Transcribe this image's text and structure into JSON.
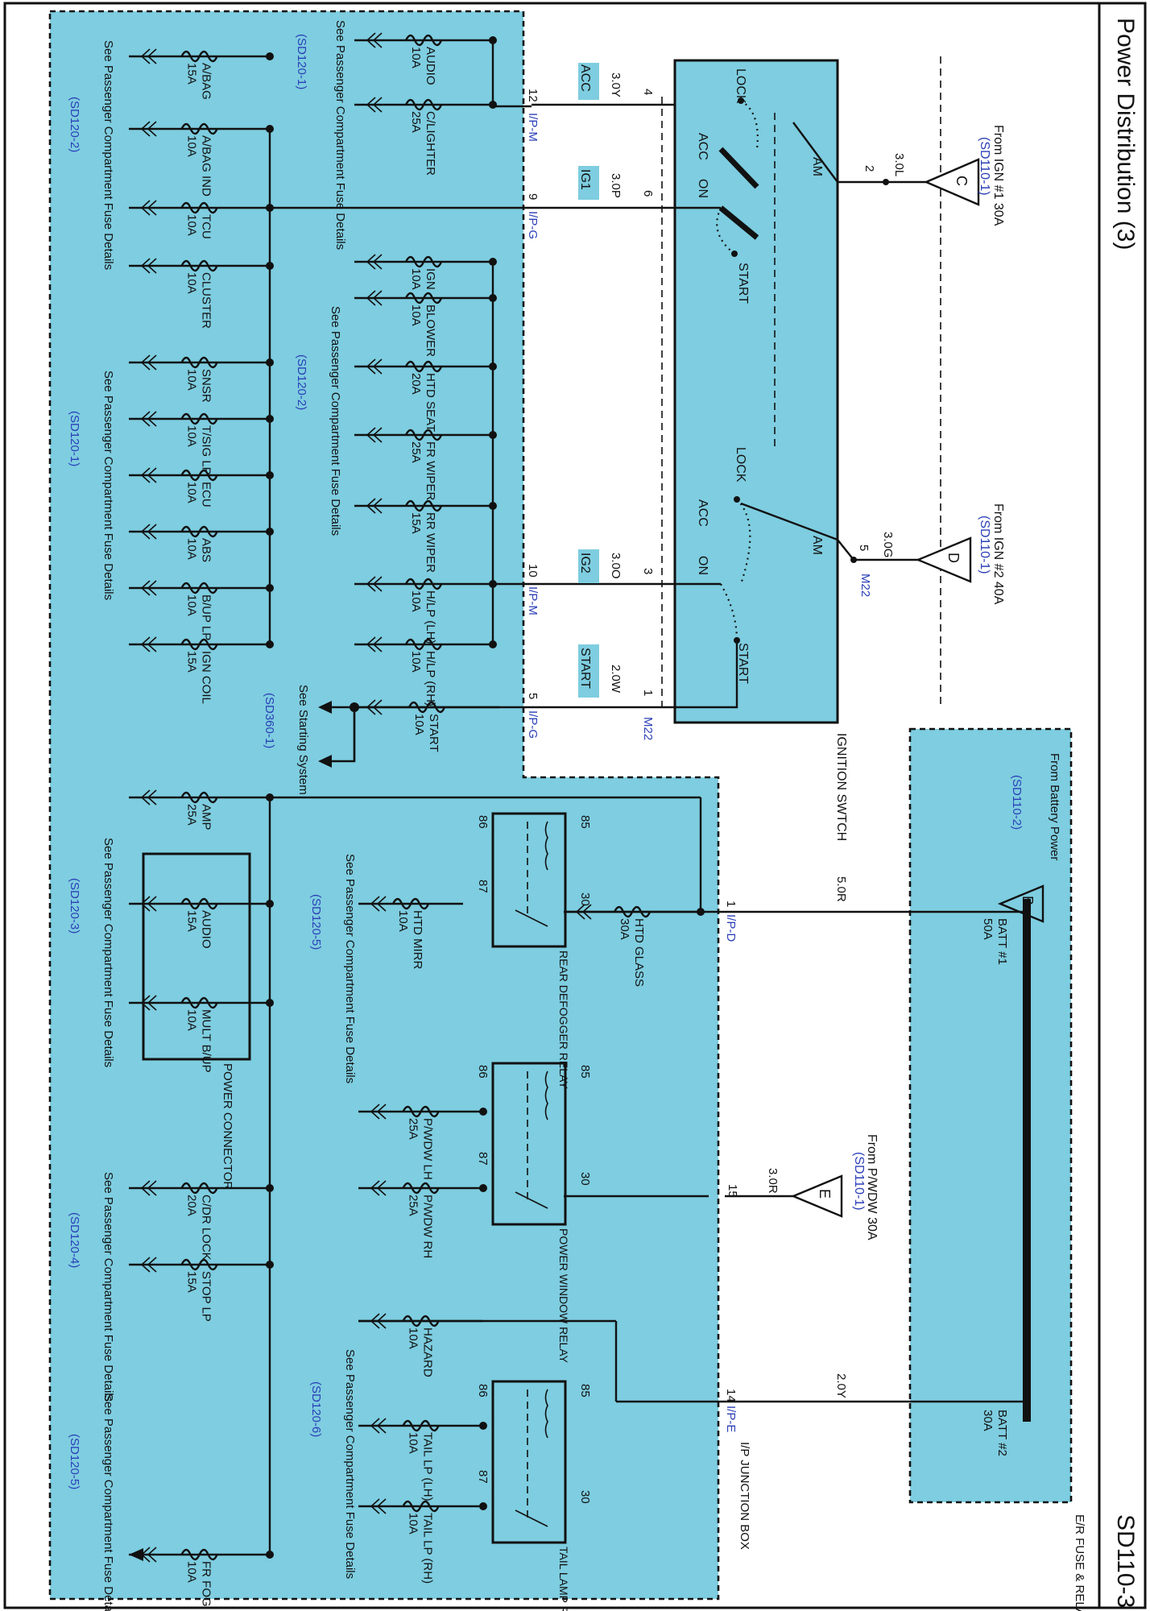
{
  "header": {
    "title": "Power Distribution (3)",
    "code": "SD110-3"
  },
  "sources": [
    {
      "letter": "C",
      "from": "From IGN #1 30A",
      "ref": "(SD110-1)",
      "wire": "3.0L",
      "pin": "2"
    },
    {
      "letter": "D",
      "from": "From IGN #2 40A",
      "ref": "(SD110-1)",
      "wire": "3.0G",
      "pin": "5",
      "connector": "M22"
    },
    {
      "letter": "B",
      "from": "From Battery Power",
      "ref": "(SD110-2)"
    },
    {
      "letter": "E",
      "from": "From P/WDW 30A",
      "ref": "(SD110-1)",
      "wire": "3.0R",
      "pin": "15"
    }
  ],
  "ignition_switch": {
    "label": "IGNITION SWTCH",
    "positions": [
      "LOCK",
      "ACC",
      "ON",
      "START",
      "AM"
    ],
    "pins": [
      "4",
      "6",
      "3",
      "1"
    ],
    "connector": "M22"
  },
  "outputs": [
    {
      "name": "ACC",
      "wire": "3.0Y",
      "jpin": "12",
      "jconn": "I/P-M"
    },
    {
      "name": "IG1",
      "wire": "3.0P",
      "jpin": "9",
      "jconn": "I/P-G"
    },
    {
      "name": "IG2",
      "wire": "3.0O",
      "jpin": "10",
      "jconn": "I/P-M"
    },
    {
      "name": "START",
      "wire": "2.0W",
      "jpin": "5",
      "jconn": "I/P-G"
    }
  ],
  "batt_lines": [
    {
      "wire": "5.0R",
      "jpin": "1",
      "jconn": "I/P-D"
    },
    {
      "wire": "2.0Y",
      "jpin": "14",
      "jconn": "I/P-E"
    }
  ],
  "er_box": {
    "label": "E/R FUSE & RELAY BOX",
    "fuses": [
      {
        "name": "BATT #1",
        "rating": "50A"
      },
      {
        "name": "BATT #2",
        "rating": "30A"
      }
    ]
  },
  "jbox": {
    "label": "I/P JUNCTION BOX",
    "fuse_groups": {
      "acc": [
        {
          "name": "AUDIO",
          "rating": "10A"
        },
        {
          "name": "C/LIGHTER",
          "rating": "25A"
        }
      ],
      "ig1_left": [
        {
          "name": "A/BAG",
          "rating": "15A"
        },
        {
          "name": "A/BAG IND",
          "rating": "10A"
        },
        {
          "name": "TCU",
          "rating": "10A"
        },
        {
          "name": "CLUSTER",
          "rating": "10A"
        },
        {
          "name": "SNSR",
          "rating": "10A"
        },
        {
          "name": "T/SIG LP",
          "rating": "10A"
        },
        {
          "name": "ECU",
          "rating": "10A"
        },
        {
          "name": "ABS",
          "rating": "10A"
        },
        {
          "name": "B/UP LP",
          "rating": "10A"
        },
        {
          "name": "IGN COIL",
          "rating": "15A"
        }
      ],
      "ig2": [
        {
          "name": "IGN",
          "rating": "10A"
        },
        {
          "name": "BLOWER",
          "rating": "10A"
        },
        {
          "name": "HTD SEAT",
          "rating": "20A"
        },
        {
          "name": "FR WIPER",
          "rating": "25A"
        },
        {
          "name": "RR WIPER",
          "rating": "15A"
        },
        {
          "name": "H/LP (LH)",
          "rating": "10A"
        },
        {
          "name": "H/LP (RH)",
          "rating": "10A"
        }
      ],
      "start": {
        "name": "START",
        "rating": "10A"
      },
      "batt": [
        {
          "name": "AMP",
          "rating": "25A"
        },
        {
          "name": "AUDIO",
          "rating": "15A"
        },
        {
          "name": "MULT B/UP",
          "rating": "10A"
        },
        {
          "name": "C/DR LOCK",
          "rating": "20A"
        },
        {
          "name": "STOP LP",
          "rating": "15A"
        },
        {
          "name": "FR FOG LP",
          "rating": "10A"
        }
      ],
      "htd_glass": {
        "name": "HTD GLASS",
        "rating": "30A"
      },
      "htd_mirr": {
        "name": "HTD MIRR",
        "rating": "10A"
      },
      "pwdw": [
        {
          "name": "P/WDW LH",
          "rating": "25A"
        },
        {
          "name": "P/WDW RH",
          "rating": "25A"
        }
      ],
      "hazard": {
        "name": "HAZARD",
        "rating": "10A"
      },
      "tail": [
        {
          "name": "TAIL LP (LH)",
          "rating": "10A"
        },
        {
          "name": "TAIL LP (RH)",
          "rating": "10A"
        }
      ]
    },
    "relays": [
      "REAR DEFOGGER RELAY",
      "POWER WINDOW RELAY",
      "TAIL LAMP RELAY"
    ],
    "relay_pins": [
      "85",
      "86",
      "87",
      "30"
    ],
    "power_connector": "POWER CONNECTOR"
  },
  "refs": {
    "see_passenger": "See Passenger Compartment Fuse Details",
    "see_starting": "See Starting System",
    "sd120_1": "(SD120-1)",
    "sd120_2": "(SD120-2)",
    "sd120_3": "(SD120-3)",
    "sd120_4": "(SD120-4)",
    "sd120_5": "(SD120-5)",
    "sd120_6": "(SD120-6)",
    "sd360_1": "(SD360-1)"
  }
}
